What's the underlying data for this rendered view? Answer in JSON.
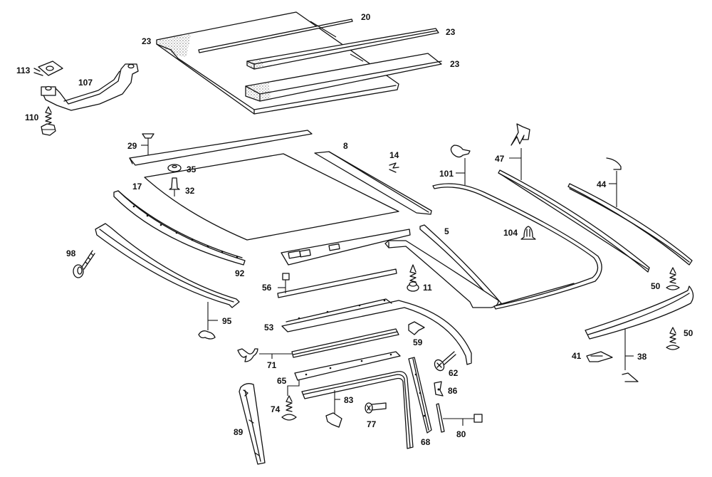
{
  "diagram": {
    "title": "Roof trim, seals and glass - exploded parts view",
    "ink_color": "#111111",
    "background": "#ffffff",
    "parts": [
      {
        "id": "p20",
        "number": "20",
        "description": "roof liner rod"
      },
      {
        "id": "p23a",
        "number": "23",
        "description": "headliner panel"
      },
      {
        "id": "p23b",
        "number": "23",
        "description": "insulation strip"
      },
      {
        "id": "p23c",
        "number": "23",
        "description": "insulation strip"
      },
      {
        "id": "p113",
        "number": "113",
        "description": "clip nut"
      },
      {
        "id": "p107",
        "number": "107",
        "description": "grab handle"
      },
      {
        "id": "p110",
        "number": "110",
        "description": "screw"
      },
      {
        "id": "p29",
        "number": "29",
        "description": "front roof moulding"
      },
      {
        "id": "p35",
        "number": "35",
        "description": "grommet"
      },
      {
        "id": "p32",
        "number": "32",
        "description": "pin"
      },
      {
        "id": "p17",
        "number": "17",
        "description": "windshield glass"
      },
      {
        "id": "p8",
        "number": "8",
        "description": "side trim strip"
      },
      {
        "id": "p14",
        "number": "14",
        "description": "clip"
      },
      {
        "id": "p101",
        "number": "101",
        "description": "rear window seal"
      },
      {
        "id": "p47",
        "number": "47",
        "description": "drip rail seal"
      },
      {
        "id": "p44",
        "number": "44",
        "description": "trim strip"
      },
      {
        "id": "p104",
        "number": "104",
        "description": "retainer clip"
      },
      {
        "id": "p5",
        "number": "5",
        "description": "roof frame trim"
      },
      {
        "id": "p98",
        "number": "98",
        "description": "screw"
      },
      {
        "id": "p92",
        "number": "92",
        "description": "windshield frame trim"
      },
      {
        "id": "p95",
        "number": "95",
        "description": "windshield seal"
      },
      {
        "id": "p56",
        "number": "56",
        "description": "trim strip"
      },
      {
        "id": "p11",
        "number": "11",
        "description": "screw"
      },
      {
        "id": "p50a",
        "number": "50",
        "description": "screw"
      },
      {
        "id": "p50b",
        "number": "50",
        "description": "screw"
      },
      {
        "id": "p53",
        "number": "53",
        "description": "door frame seal"
      },
      {
        "id": "p59",
        "number": "59",
        "description": "clip"
      },
      {
        "id": "p71",
        "number": "71",
        "description": "window channel seal"
      },
      {
        "id": "p62",
        "number": "62",
        "description": "screw"
      },
      {
        "id": "p65",
        "number": "65",
        "description": "channel"
      },
      {
        "id": "p74",
        "number": "74",
        "description": "screw"
      },
      {
        "id": "p83",
        "number": "83",
        "description": "window frame seal"
      },
      {
        "id": "p77",
        "number": "77",
        "description": "screw"
      },
      {
        "id": "p86",
        "number": "86",
        "description": "clip"
      },
      {
        "id": "p80",
        "number": "80",
        "description": "seal strip"
      },
      {
        "id": "p68",
        "number": "68",
        "description": "pillar trim"
      },
      {
        "id": "p89",
        "number": "89",
        "description": "pillar cover"
      },
      {
        "id": "p41",
        "number": "41",
        "description": "bracket"
      },
      {
        "id": "p38",
        "number": "38",
        "description": "rear moulding"
      }
    ]
  }
}
